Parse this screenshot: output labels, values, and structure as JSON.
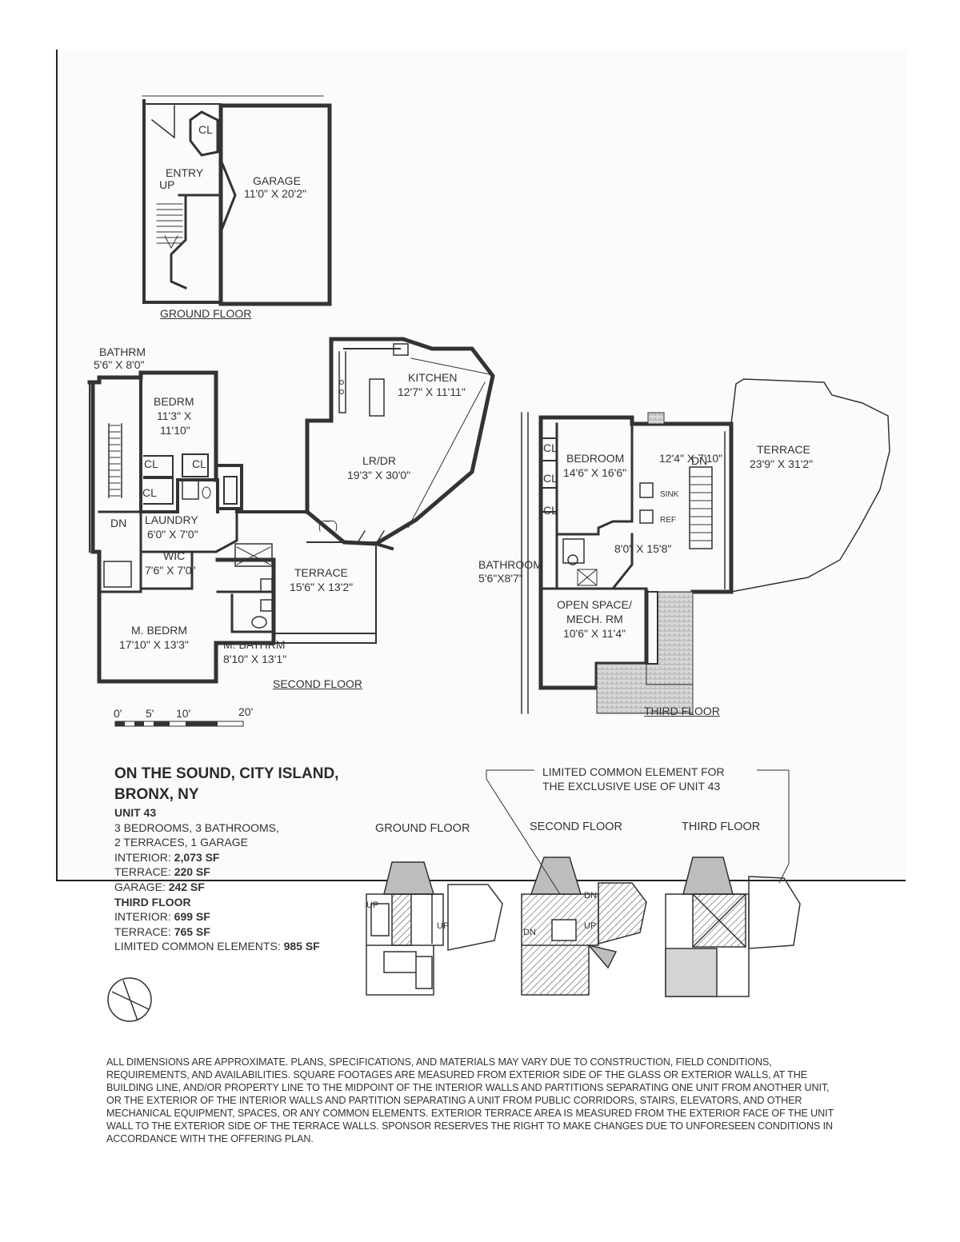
{
  "plans": {
    "ground": {
      "title": "GROUND FLOOR",
      "rooms": {
        "cl": "CL",
        "entry": "ENTRY",
        "up": "UP",
        "garage_name": "GARAGE",
        "garage_dim": "11'0\" X 20'2\""
      }
    },
    "second": {
      "title": "SECOND FLOOR",
      "rooms": {
        "bathrm_name": "BATHRM",
        "bathrm_dim": "5'6\" X 8'0\"",
        "bedrm_name": "BEDRM",
        "bedrm_dim1": "11'3\" X",
        "bedrm_dim2": "11'10\"",
        "cl": "CL",
        "dn": "DN",
        "laundry_name": "LAUNDRY",
        "laundry_dim": "6'0\" X 7'0\"",
        "wic_name": "WIC",
        "wic_dim": "7'6\" X 7'0\"",
        "kitchen_name": "KITCHEN",
        "kitchen_dim": "12'7\" X 11'11\"",
        "lrdr_name": "LR/DR",
        "lrdr_dim": "19'3\" X 30'0\"",
        "terrace_name": "TERRACE",
        "terrace_dim": "15'6\" X 13'2\"",
        "mbed_name": "M. BEDRM",
        "mbed_dim": "17'10\" X 13'3\"",
        "mbath_name": "M. BATHRM",
        "mbath_dim": "8'10\" X 13'1\""
      }
    },
    "third": {
      "title": "THIRD FLOOR",
      "rooms": {
        "cl": "CL",
        "bedroom_name": "BEDROOM",
        "bedroom_dim": "14'6\" X 16'6\"",
        "kitchen_dim_a": "12'4\" X 7'10\"",
        "dn": "DN",
        "sink": "SINK",
        "ref": "REF",
        "kitchen_dim_b": "8'0\" X 15'8\"",
        "terrace_name": "TERRACE",
        "terrace_dim": "23'9\" X 31'2\"",
        "bathroom_name": "BATHROOM",
        "bathroom_dim": "5'6\"X8'7\"",
        "open_name1": "OPEN SPACE/",
        "open_name2": "MECH. RM",
        "open_dim": "10'6\" X 11'4\""
      }
    }
  },
  "scale": {
    "labels": [
      "0'",
      "5'",
      "10'",
      "20'"
    ]
  },
  "info": {
    "title1": "ON THE SOUND, CITY ISLAND,",
    "title2": "BRONX, NY",
    "unit": "UNIT 43",
    "line1": "3 BEDROOMS, 3 BATHROOMS,",
    "line2": "2 TERRACES, 1 GARAGE",
    "interior_label": "INTERIOR:",
    "interior_value": "2,073 SF",
    "terrace_label": "TERRACE:",
    "terrace_value": "220 SF",
    "garage_label": "GARAGE:",
    "garage_value": "242 SF",
    "third_floor": "THIRD FLOOR",
    "third_interior_label": "INTERIOR:",
    "third_interior_value": "699 SF",
    "third_terrace_label": "TERRACE:",
    "third_terrace_value": "765 SF",
    "lce_label": "LIMITED COMMON ELEMENTS:",
    "lce_value": "985 SF"
  },
  "key_plan": {
    "lce_note1": "LIMITED COMMON ELEMENT FOR",
    "lce_note2": "THE EXCLUSIVE USE OF UNIT 43",
    "ground": "GROUND FLOOR",
    "second": "SECOND FLOOR",
    "third": "THIRD FLOOR",
    "up1": "UP",
    "up2": "UP",
    "dn1": "DN",
    "dn2": "DN",
    "up3": "UP"
  },
  "disclaimer": "ALL DIMENSIONS ARE APPROXIMATE. PLANS, SPECIFICATIONS, AND MATERIALS MAY VARY DUE TO CONSTRUCTION, FIELD CONDITIONS, REQUIREMENTS, AND AVAILABILITIES. SQUARE FOOTAGES ARE MEASURED FROM EXTERIOR SIDE OF THE GLASS OR EXTERIOR WALLS, AT THE BUILDING LINE, AND/OR PROPERTY LINE TO THE MIDPOINT OF THE INTERIOR WALLS AND PARTITIONS SEPARATING ONE UNIT FROM ANOTHER UNIT, OR THE EXTERIOR OF THE INTERIOR WALLS AND PARTITION SEPARATING A UNIT FROM PUBLIC CORRIDORS, STAIRS, ELEVATORS, AND OTHER MECHANICAL EQUIPMENT, SPACES, OR ANY COMMON ELEMENTS. EXTERIOR TERRACE AREA IS MEASURED FROM THE EXTERIOR FACE OF THE UNIT WALL TO THE EXTERIOR SIDE OF THE TERRACE WALLS. SPONSOR RESERVES THE RIGHT TO MAKE CHANGES DUE TO UNFORESEEN CONDITIONS IN ACCORDANCE WITH THE OFFERING PLAN."
}
